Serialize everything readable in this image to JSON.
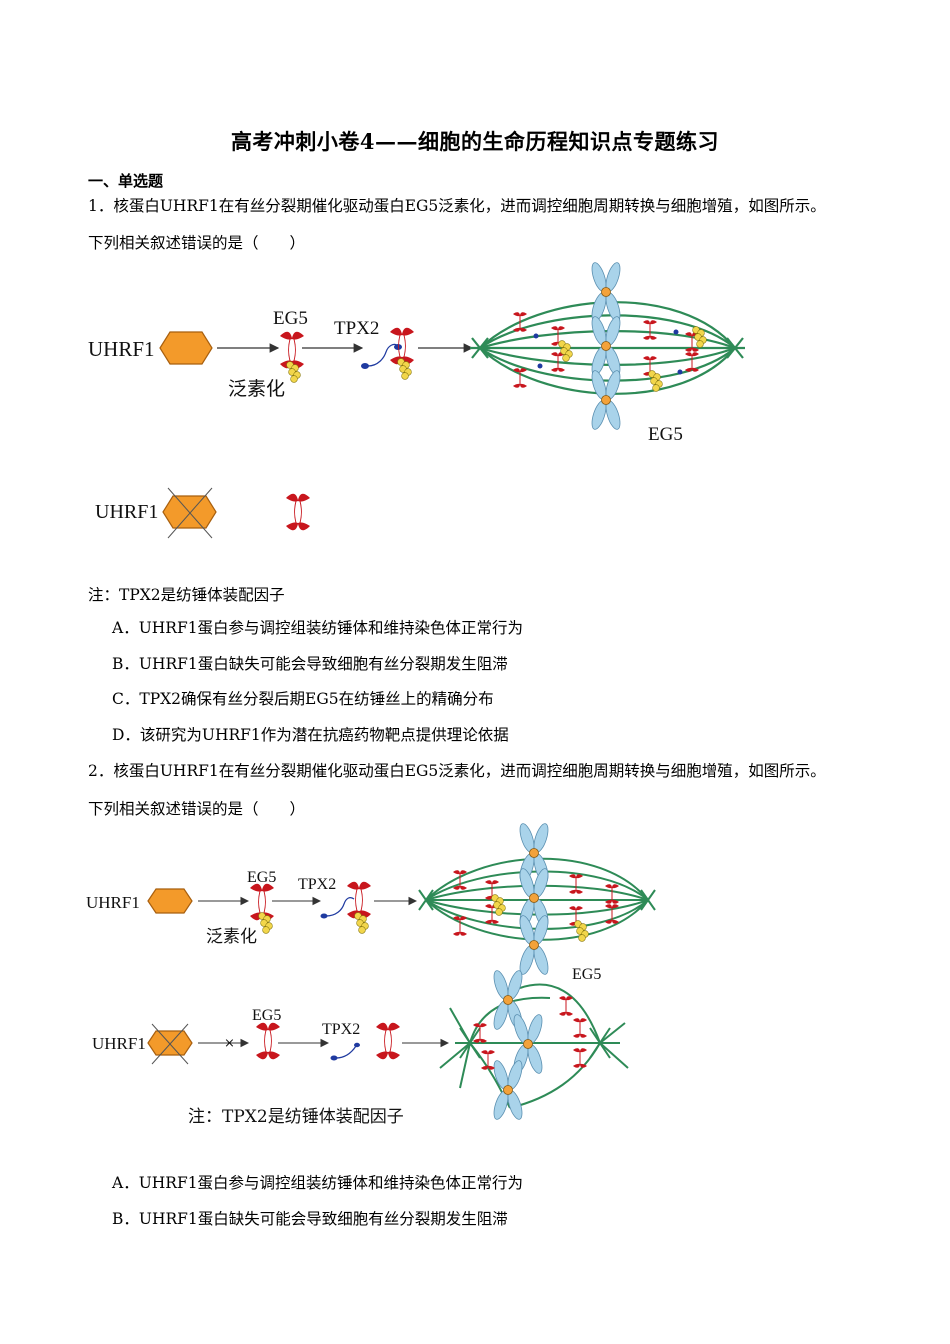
{
  "title": "高考冲刺小卷4——细胞的生命历程知识点专题练习",
  "section": "一、单选题",
  "questions": [
    {
      "stem_line1": "1．核蛋白UHRF1在有丝分裂期催化驱动蛋白EG5泛素化，进而调控细胞周期转换与细胞增殖，如图所示。",
      "stem_line2": "下列相关叙述错误的是（　　）",
      "figure": {
        "uhrf1": "UHRF1",
        "eg5": "EG5",
        "tpx2": "TPX2",
        "ubiquitination": "泛素化",
        "eg5_spindle": "EG5"
      },
      "note": "注：TPX2是纺锤体装配因子",
      "options": [
        "A．UHRF1蛋白参与调控组装纺锤体和维持染色体正常行为",
        "B．UHRF1蛋白缺失可能会导致细胞有丝分裂期发生阻滞",
        "C．TPX2确保有丝分裂后期EG5在纺锤丝上的精确分布",
        "D．该研究为UHRF1作为潜在抗癌药物靶点提供理论依据"
      ]
    },
    {
      "stem_line1": "2．核蛋白UHRF1在有丝分裂期催化驱动蛋白EG5泛素化，进而调控细胞周期转换与细胞增殖，如图所示。",
      "stem_line2": "下列相关叙述错误的是（　　）",
      "figure": {
        "uhrf1": "UHRF1",
        "eg5": "EG5",
        "tpx2": "TPX2",
        "ubiquitination": "泛素化",
        "eg5_spindle": "EG5",
        "block_mark": "×",
        "note": "注：TPX2是纺锤体装配因子"
      },
      "options": [
        "A．UHRF1蛋白参与调控组装纺锤体和维持染色体正常行为",
        "B．UHRF1蛋白缺失可能会导致细胞有丝分裂期发生阻滞"
      ]
    }
  ],
  "colors": {
    "hexagon": "#f39a2a",
    "eg5_red": "#c8161d",
    "spindle_green": "#2e8b57",
    "chromosome_blue": "#a9d3ea",
    "ubiquitin_yellow": "#f2d64b",
    "tpx2_blue": "#1f3aa0"
  }
}
